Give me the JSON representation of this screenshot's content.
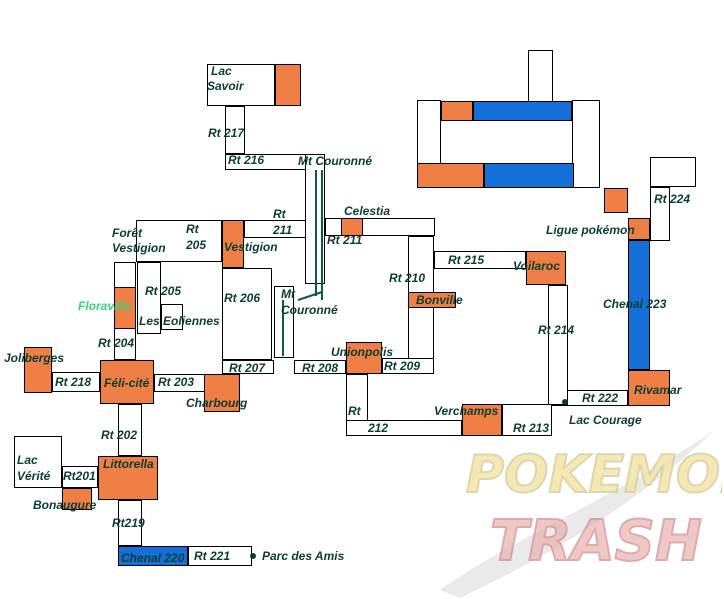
{
  "colors": {
    "town": "#f07f45",
    "water": "#1470d8",
    "text": "#0b3d33",
    "highlight": "#3ed27b",
    "route_border": "#000000"
  },
  "labels": {
    "lac_savoir_1": "Lac",
    "lac_savoir_2": "Savoir",
    "rt217": "Rt 217",
    "rt216": "Rt 216",
    "mt_couronne_top": "Mt Couronné",
    "celestia": "Celestia",
    "foret_1": "Forêt",
    "foret_2": "Vestigion",
    "rt205a_1": "Rt",
    "rt205a_2": "205",
    "rt211a_1": "Rt",
    "rt211a_2": "211",
    "vestigion": "Vestigion",
    "rt211b": "Rt 211",
    "rt215": "Rt 215",
    "voilaroc": "Voilaroc",
    "ligue": "Ligue pokémon",
    "rt224": "Rt 224",
    "rt210": "Rt 210",
    "floraville": "Floraville",
    "rt205b": "Rt 205",
    "les_eoliennes": "Les Eoliennes",
    "rt206": "Rt 206",
    "mt_couronne_mid_1": "Mt",
    "mt_couronne_mid_2": "Couronné",
    "bonville": "Bonville",
    "chenal223": "Chenal 223",
    "rt214": "Rt 214",
    "rt204": "Rt 204",
    "joliberges": "Joliberges",
    "unionpolis": "Unionpolis",
    "rt207": "Rt 207",
    "rt208": "Rt 208",
    "rt209": "Rt 209",
    "rt218": "Rt 218",
    "felicite": "Féli-cité",
    "rt203": "Rt 203",
    "charbourg": "Charbourg",
    "rivamar": "Rivamar",
    "rt222": "Rt 222",
    "lac_courage": "Lac Courage",
    "rt212_1": "Rt",
    "rt212_2": "212",
    "verchamps": "Verchamps",
    "rt213": "Rt 213",
    "rt202": "Rt 202",
    "lac_verite_1": "Lac",
    "lac_verite_2": "Vérité",
    "rt201": "Rt201",
    "littorella": "Littorella",
    "bonaugure": "Bonaugure",
    "rt219": "Rt219",
    "chenal220": "Chenal 220",
    "rt221": "Rt 221",
    "parc": "Parc des Amis"
  },
  "watermark": {
    "line1": "POKEMON",
    "line2": "TRASH"
  }
}
